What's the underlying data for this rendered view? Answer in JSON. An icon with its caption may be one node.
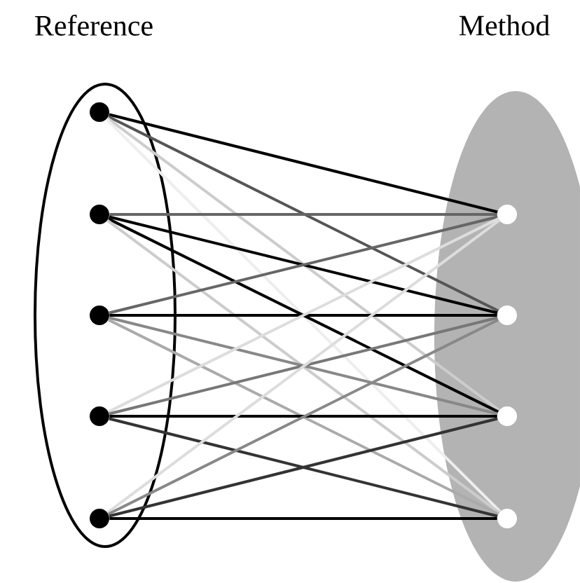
{
  "diagram": {
    "nodes": [
      {
        "text": [
          "Reference"
        ]
      },
      {
        "text": [
          "Method"
        ]
      },
      {
        "text": [],
        "shape": "circle",
        "in": 0
      },
      {
        "text": [],
        "shape": "circle",
        "in": 0
      },
      {
        "text": [],
        "shape": "circle",
        "in": 0
      },
      {
        "text": [],
        "shape": "circle",
        "in": 0
      },
      {
        "text": [],
        "shape": "circle",
        "in": 0
      },
      {
        "text": [],
        "shape": "circle",
        "in": 1
      },
      {
        "text": [],
        "shape": "circle",
        "in": 1
      },
      {
        "text": [],
        "shape": "circle",
        "in": 1
      },
      {
        "text": [],
        "shape": "circle",
        "in": 1
      }
    ],
    "edges": [
      {
        "from": 2,
        "to": 7,
        "arrow": "none",
        "color": "#000000"
      },
      {
        "from": 2,
        "to": 8,
        "arrow": "none",
        "color": "#555555"
      },
      {
        "from": 2,
        "to": 9,
        "arrow": "none",
        "color": "#cccccc"
      },
      {
        "from": 2,
        "to": 10,
        "arrow": "none",
        "color": "#eeeeee"
      },
      {
        "from": 3,
        "to": 7,
        "arrow": "none",
        "color": "#666666"
      },
      {
        "from": 3,
        "to": 8,
        "arrow": "none",
        "color": "#000000"
      },
      {
        "from": 3,
        "to": 9,
        "arrow": "none",
        "color": "#000000"
      },
      {
        "from": 3,
        "to": 10,
        "arrow": "none",
        "color": "#cccccc"
      },
      {
        "from": 4,
        "to": 7,
        "arrow": "none",
        "color": "#666666"
      },
      {
        "from": 4,
        "to": 8,
        "arrow": "none",
        "color": "#000000"
      },
      {
        "from": 4,
        "to": 9,
        "arrow": "none",
        "color": "#888888"
      },
      {
        "from": 4,
        "to": 10,
        "arrow": "none",
        "color": "#aaaaaa"
      },
      {
        "from": 5,
        "to": 7,
        "arrow": "none",
        "color": "#dddddd"
      },
      {
        "from": 5,
        "to": 8,
        "arrow": "none",
        "color": "#777777"
      },
      {
        "from": 5,
        "to": 9,
        "arrow": "none",
        "color": "#000000"
      },
      {
        "from": 5,
        "to": 10,
        "arrow": "none",
        "color": "#333333"
      },
      {
        "from": 6,
        "to": 7,
        "arrow": "none",
        "color": "#dddddd"
      },
      {
        "from": 6,
        "to": 8,
        "arrow": "none",
        "color": "#888888"
      },
      {
        "from": 6,
        "to": 9,
        "arrow": "none",
        "color": "#333333"
      },
      {
        "from": 6,
        "to": 10,
        "arrow": "none",
        "color": "#000000"
      }
    ]
  }
}
